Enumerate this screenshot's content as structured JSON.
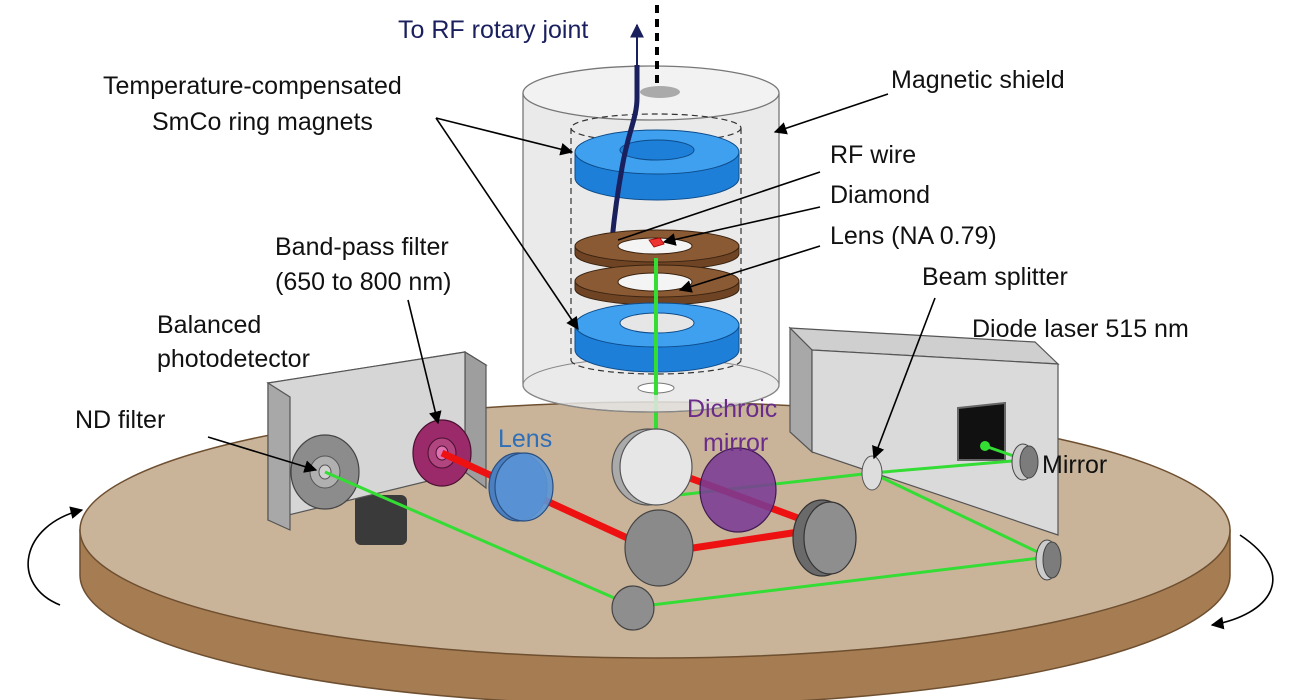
{
  "labels": {
    "rf_rotary_joint": "To RF rotary joint",
    "magnets_line1": "Temperature-compensated",
    "magnets_line2": "SmCo ring magnets",
    "magnetic_shield": "Magnetic shield",
    "rf_wire": "RF wire",
    "diamond": "Diamond",
    "lens_na": "Lens (NA 0.79)",
    "beam_splitter": "Beam splitter",
    "band_pass_line1": "Band-pass filter",
    "band_pass_line2": "(650 to 800 nm)",
    "balanced_line1": "Balanced",
    "balanced_line2": "photodetector",
    "diode_laser": "Diode laser 515 nm",
    "nd_filter": "ND filter",
    "lens": "Lens",
    "dichroic_line1": "Dichroic",
    "dichroic_line2": "mirror",
    "mirror": "Mirror"
  },
  "colors": {
    "platform_top": "#c9b49a",
    "platform_side": "#a67c52",
    "magnet_blue": "#1e7fd8",
    "magnet_top": "#3fa0f0",
    "lens_ring_brown": "#8a5a34",
    "laser_green": "#33dd33",
    "fluorescence_red": "#ee1111",
    "rf_wire_navy": "#1a1f5e",
    "shield_gray": "#e6e6e6",
    "dichroic_purple": "#7a3b94",
    "lens_blue": "#5b95d6",
    "bandpass_magenta": "#9a2a6a"
  }
}
